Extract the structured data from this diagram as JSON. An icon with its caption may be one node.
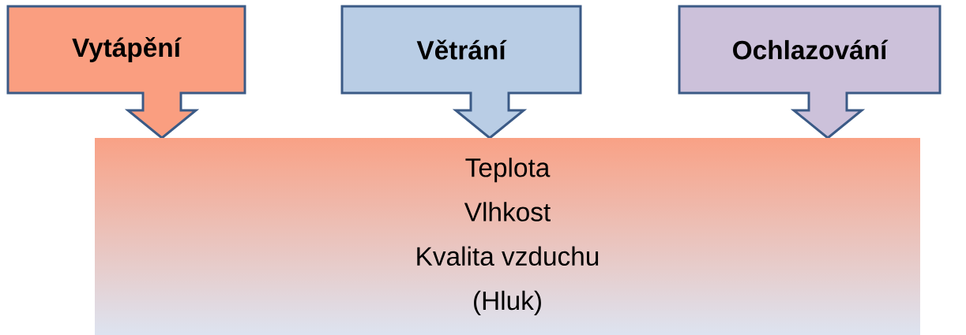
{
  "diagram": {
    "nodes": [
      {
        "text": [
          "Vytápění"
        ]
      },
      {
        "text": [
          "Větrání"
        ]
      },
      {
        "text": [
          "Ochlazování"
        ]
      },
      {
        "text": [
          "Teplota",
          "Vlhkost",
          "Kvalita vzduchu",
          "(Hluk)"
        ]
      }
    ]
  }
}
